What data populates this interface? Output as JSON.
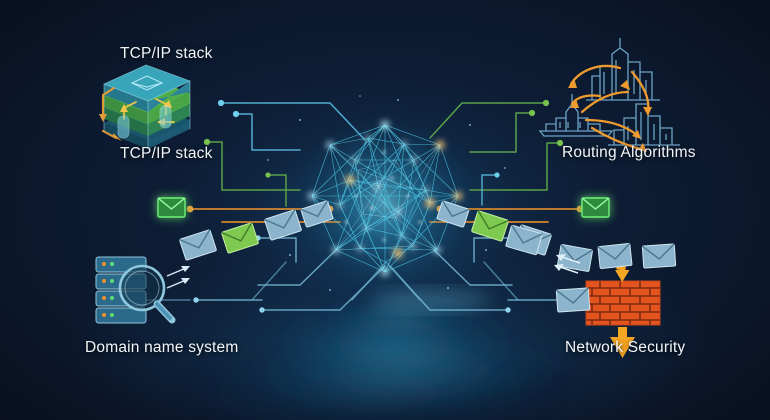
{
  "scene": {
    "title": "Computer networking concept illustration",
    "background_color": "#0a1120",
    "accent_cyan": "#4fd6f5",
    "accent_green": "#7ed957",
    "accent_orange": "#f0922b",
    "accent_amber": "#ffc04d",
    "brick_color": "#e4541f",
    "label_color": "#f2f5f8"
  },
  "labels": {
    "tcpip_top": "TCP/IP stack",
    "tcpip_bottom": "TCP/IP stack",
    "routing": "Routing Algorithms",
    "dns": "Domain name system",
    "security": "Network Security"
  },
  "nodes": {
    "central": {
      "name": "network-sphere",
      "description": "glowing wireframe globe of interconnected nodes",
      "node_color": "#6fe4ff",
      "highlight_color": "#ffb347"
    },
    "tcpip": {
      "name": "tcpip-stack-icon",
      "layers": [
        "application",
        "transport",
        "internet",
        "link"
      ],
      "layer_colors": [
        "#1f7f96",
        "#2fa88f",
        "#57b84e",
        "#3f9e5c"
      ]
    },
    "routing": {
      "name": "routing-cities-icon",
      "arrow_color": "#f0922b",
      "city_color": "#5b93b8"
    },
    "dns": {
      "name": "dns-servers-icon",
      "server_color": "#2b6a8a",
      "led_colors": [
        "#f0922b",
        "#5ddc7a"
      ]
    },
    "security": {
      "name": "firewall-icon",
      "brick_color": "#e4541f",
      "mortar_color": "#7a2a10",
      "arrow_color": "#f5a623"
    }
  },
  "envelopes": {
    "left_glow": {
      "color": "#4fb04f",
      "glow": "#3ddc6e"
    },
    "right_glow": {
      "color": "#4fb04f",
      "glow": "#3ddc6e"
    },
    "chain_colors": [
      "#8fb6cc",
      "#7ed957"
    ]
  },
  "connectors": {
    "cyan": "#56b4d8",
    "green": "#5fa84a",
    "orange": "#e08a2c"
  }
}
